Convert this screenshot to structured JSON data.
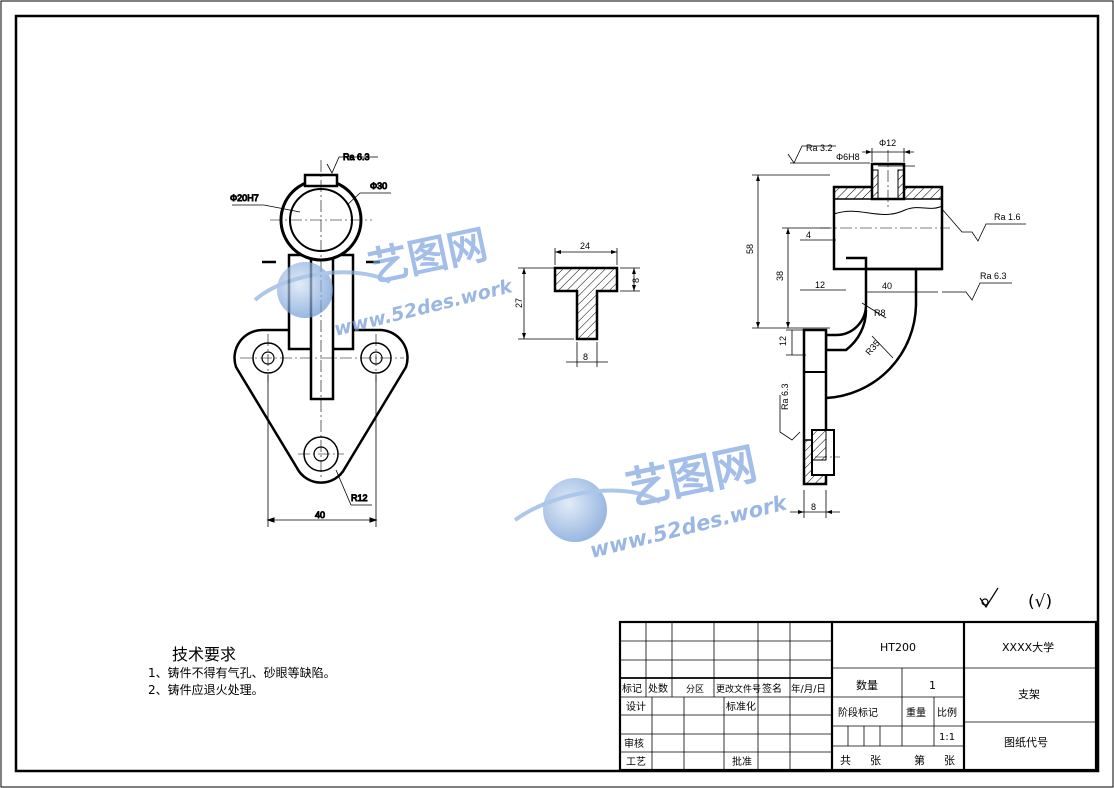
{
  "drawing": {
    "tech_requirements": {
      "title": "技术要求",
      "items": [
        "1、铸件不得有气孔、砂眼等缺陷。",
        "2、铸件应退火处理。"
      ]
    },
    "front_view": {
      "ra_top": "Ra 6.3",
      "hole_fit": "Φ20H7",
      "outer_dia": "Φ30",
      "radius": "R12",
      "width": "40"
    },
    "section_view": {
      "top_width": "24",
      "flange_height": "8",
      "total_height": "27",
      "stem_width": "8"
    },
    "side_view": {
      "ra_top": "Ra 3.2",
      "hole": "Φ6H8",
      "boss": "Φ12",
      "ra_right_1": "Ra 1.6",
      "ra_right_2": "Ra 6.3",
      "ra_left": "Ra 6.3",
      "height_total": "58",
      "height_mid": "38",
      "dim_4": "4",
      "dim_12_h": "12",
      "dim_40": "40",
      "radius_r8": "R8",
      "radius_r35": "R35",
      "dim_12_v": "12",
      "thickness": "8"
    },
    "surface_note": "(√)"
  },
  "title_block": {
    "material": "HT200",
    "school": "XXXX大学",
    "part_name": "支架",
    "drawing_no_label": "图纸代号",
    "quantity_label": "数量",
    "quantity": "1",
    "stage_label": "阶段标记",
    "weight_label": "重量",
    "scale_label": "比例",
    "scale": "1:1",
    "total_sheets_label": "共",
    "sheets_unit_1": "张",
    "sheet_label": "第",
    "sheets_unit_2": "张",
    "row_headers": [
      "标记",
      "处数",
      "分区",
      "更改文件号",
      "签名",
      "年/月/日"
    ],
    "design": "设计",
    "standardize": "标准化",
    "review": "审核",
    "process": "工艺",
    "approve": "批准"
  },
  "watermark": {
    "brand": "艺图网",
    "url": "www.52des.work"
  }
}
